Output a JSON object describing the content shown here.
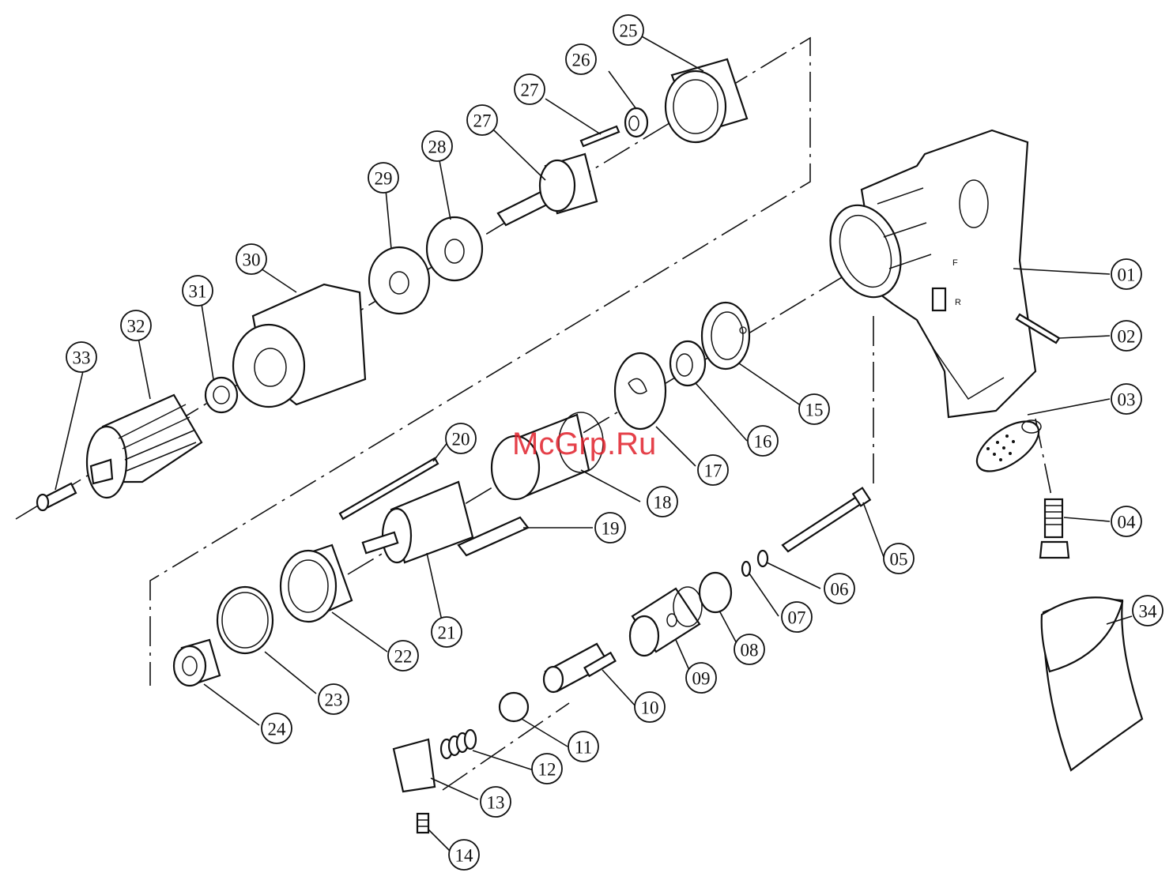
{
  "watermark": "McGrp.Ru",
  "switch_marks": {
    "forward": "F",
    "reverse": "R"
  },
  "colors": {
    "line": "#111111",
    "watermark": "#e0202a",
    "background": "#ffffff"
  },
  "callouts": [
    {
      "id": "01",
      "label": "01"
    },
    {
      "id": "02",
      "label": "02"
    },
    {
      "id": "03",
      "label": "03"
    },
    {
      "id": "04",
      "label": "04"
    },
    {
      "id": "05",
      "label": "05"
    },
    {
      "id": "06",
      "label": "06"
    },
    {
      "id": "07",
      "label": "07"
    },
    {
      "id": "08",
      "label": "08"
    },
    {
      "id": "09",
      "label": "09"
    },
    {
      "id": "10",
      "label": "10"
    },
    {
      "id": "11",
      "label": "11"
    },
    {
      "id": "12",
      "label": "12"
    },
    {
      "id": "13",
      "label": "13"
    },
    {
      "id": "14",
      "label": "14"
    },
    {
      "id": "15",
      "label": "15"
    },
    {
      "id": "16",
      "label": "16"
    },
    {
      "id": "17",
      "label": "17"
    },
    {
      "id": "18",
      "label": "18"
    },
    {
      "id": "19",
      "label": "19"
    },
    {
      "id": "20",
      "label": "20"
    },
    {
      "id": "21",
      "label": "21"
    },
    {
      "id": "22",
      "label": "22"
    },
    {
      "id": "23",
      "label": "23"
    },
    {
      "id": "24",
      "label": "24"
    },
    {
      "id": "25",
      "label": "25"
    },
    {
      "id": "26",
      "label": "26"
    },
    {
      "id": "27a",
      "label": "27"
    },
    {
      "id": "27b",
      "label": "27"
    },
    {
      "id": "28",
      "label": "28"
    },
    {
      "id": "29",
      "label": "29"
    },
    {
      "id": "30",
      "label": "30"
    },
    {
      "id": "31",
      "label": "31"
    },
    {
      "id": "32",
      "label": "32"
    },
    {
      "id": "33",
      "label": "33"
    },
    {
      "id": "34",
      "label": "34"
    }
  ]
}
